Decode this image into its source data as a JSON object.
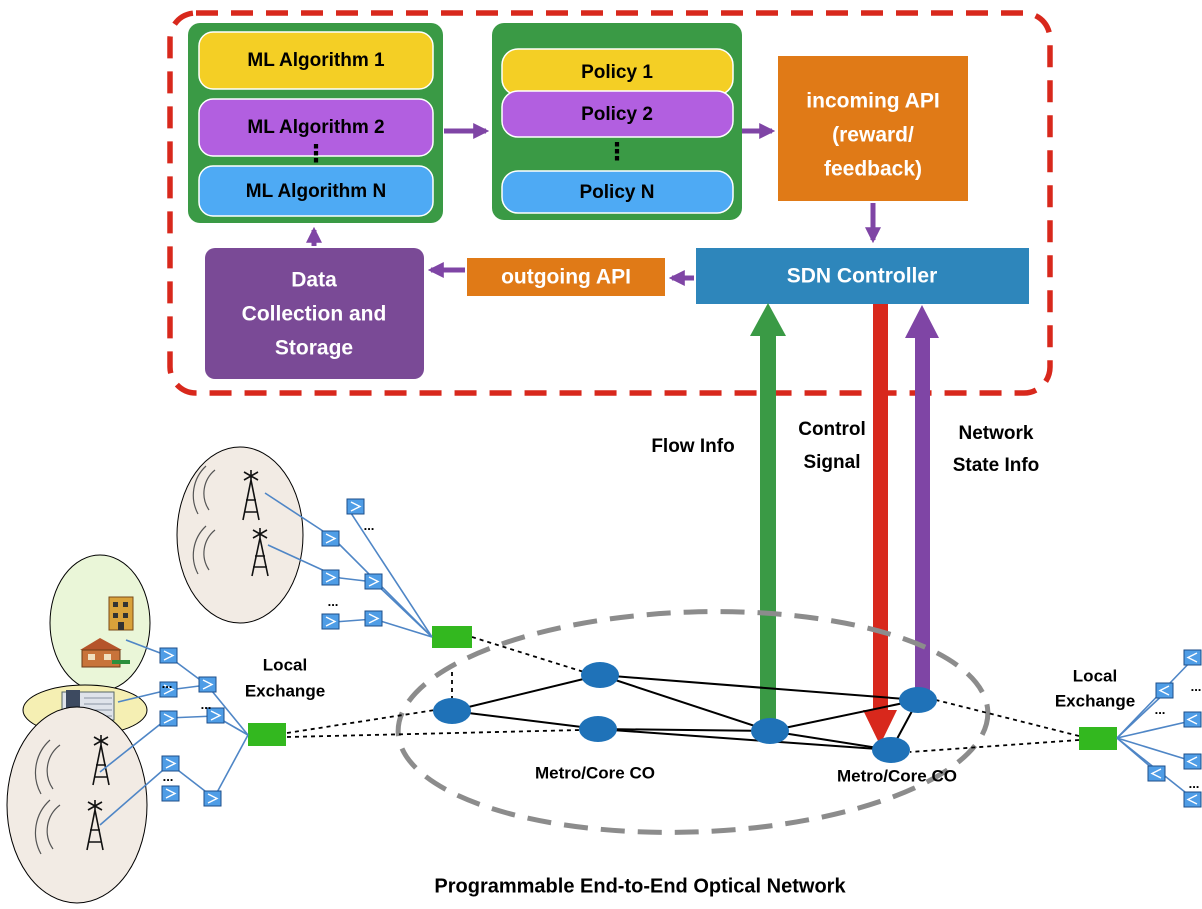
{
  "ml_stack": {
    "algorithms": [
      "ML Algorithm 1",
      "ML Algorithm 2",
      "ML Algorithm N"
    ],
    "ellipsis": "⋮"
  },
  "policy_stack": {
    "policies": [
      "Policy 1",
      "Policy 2",
      "Policy N"
    ],
    "ellipsis": "⋮"
  },
  "incoming_api": {
    "lines": [
      "incoming API",
      "(reward/",
      "feedback)"
    ]
  },
  "sdn_controller": "SDN Controller",
  "outgoing_api": "outgoing API",
  "data_collection": {
    "lines": [
      "Data",
      "Collection and",
      "Storage"
    ]
  },
  "signals": {
    "flow_info": "Flow Info",
    "control_signal": [
      "Control",
      "Signal"
    ],
    "network_state_info": [
      "Network",
      "State Info"
    ]
  },
  "local_exchange_left": [
    "Local",
    "Exchange"
  ],
  "local_exchange_right": [
    "Local",
    "Exchange"
  ],
  "metro_core_left": "Metro/Core CO",
  "metro_core_right": "Metro/Core CO",
  "onu_ellipsis": "...",
  "footer_title": "Programmable End-to-End Optical Network",
  "colors": {
    "green_panel": "#3a9a45",
    "yellow": "#f4cf25",
    "purple": "#b25fe0",
    "blue": "#4eaaf4",
    "orange": "#e07a17",
    "sdn_blue": "#2e86bb",
    "dark_purple": "#7a4a96",
    "dashed_red": "#d8281c",
    "arrow_purple": "#7f45a5",
    "flow_green": "#3a9a45",
    "control_red": "#d8281c",
    "state_purple": "#7f45a5",
    "node_blue": "#1f72b8",
    "exchange_green": "#33b81f",
    "ring_gray": "#8c8c8c"
  }
}
